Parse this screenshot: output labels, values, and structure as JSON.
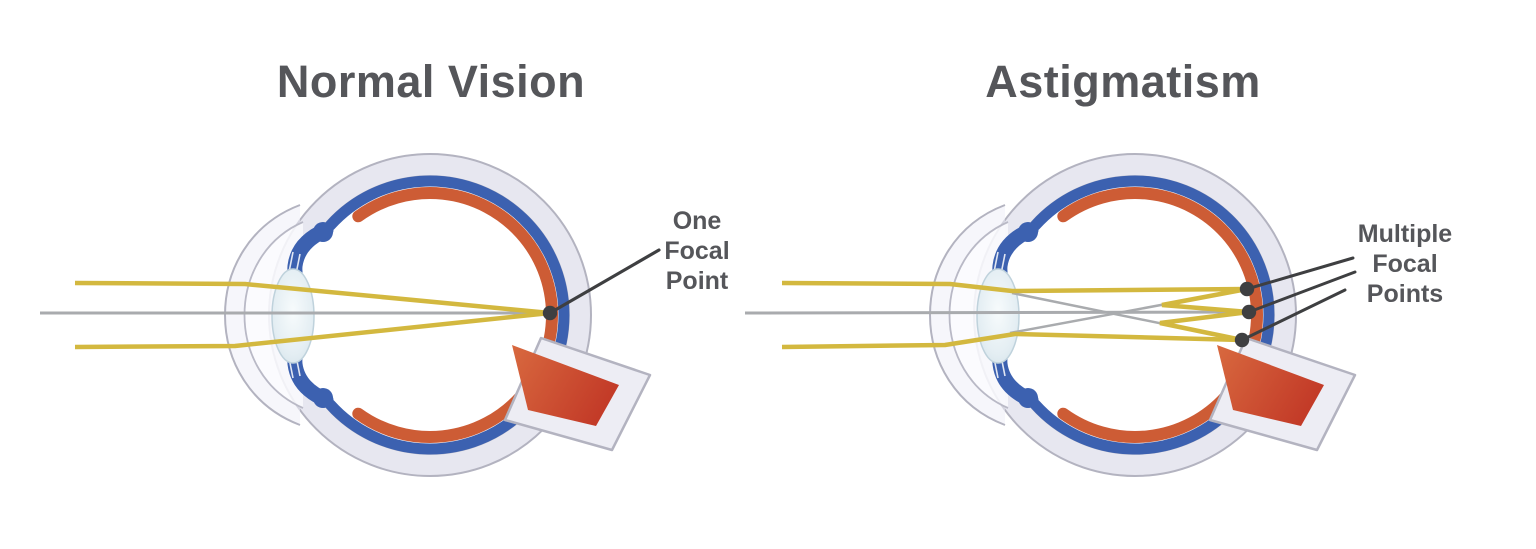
{
  "figure": {
    "description": "Side-by-side cross-section diagrams of the human eye comparing normal vision and astigmatism",
    "background": "#ffffff",
    "panels": [
      {
        "title": "Normal Vision",
        "callout": "One\nFocal\nPoint",
        "focal_point_count": 1
      },
      {
        "title": "Astigmatism",
        "callout": "Multiple\nFocal\nPoints",
        "focal_point_count": 3
      }
    ],
    "colors": {
      "title_text": "#55565a",
      "callout_text": "#55565a",
      "leader_lines_and_dots": "#3e3f41",
      "light_ray_yellow": "#d3b83f",
      "optical_axis_gray": "#a9abae",
      "sclera_fill": "#e7e7f0",
      "sclera_outline": "#b3b3c0",
      "choroid_blue": "#3c61b0",
      "retina_orange": "#cd5c35",
      "optic_nerve_red": "#c33b28",
      "lens_fill": "#e4eef3"
    }
  }
}
